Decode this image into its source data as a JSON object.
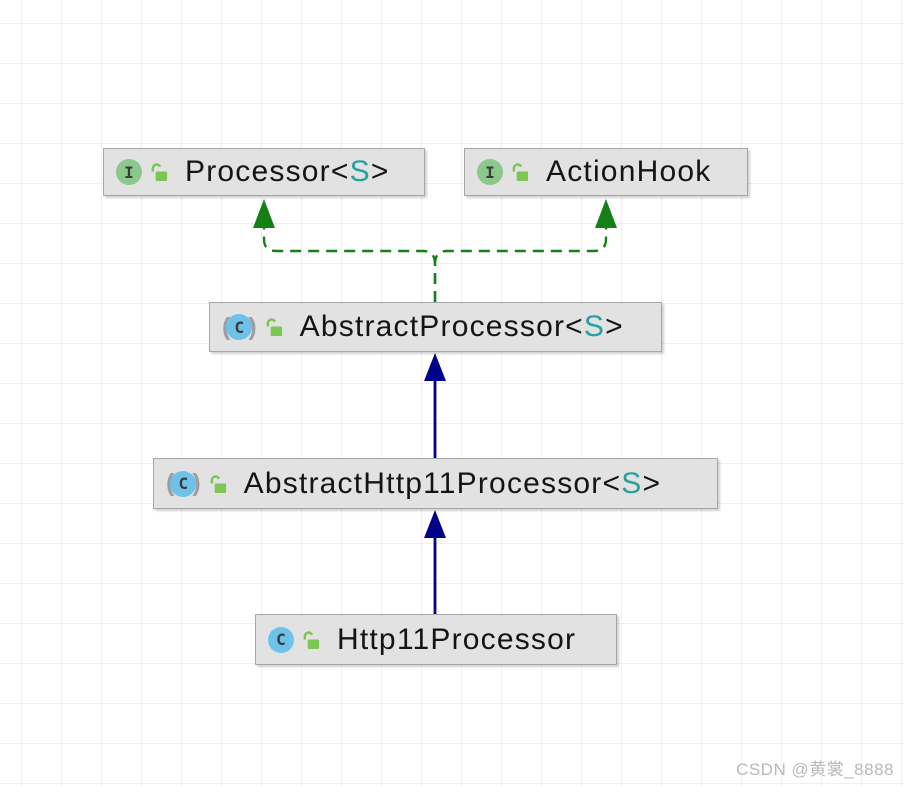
{
  "diagram": {
    "nodes": [
      {
        "id": "processor",
        "kind": "interface",
        "icon_letter": "I",
        "name": "Processor",
        "generic_open": "<",
        "type_param": "S",
        "generic_close": ">"
      },
      {
        "id": "actionhook",
        "kind": "interface",
        "icon_letter": "I",
        "name": "ActionHook"
      },
      {
        "id": "abstractprocessor",
        "kind": "abstract-class",
        "icon_letter": "C",
        "paren_open": "(",
        "paren_close": ")",
        "name": "AbstractProcessor",
        "generic_open": "<",
        "type_param": "S",
        "generic_close": ">"
      },
      {
        "id": "abstracthttp11processor",
        "kind": "abstract-class",
        "icon_letter": "C",
        "paren_open": "(",
        "paren_close": ")",
        "name": "AbstractHttp11Processor",
        "generic_open": "<",
        "type_param": "S",
        "generic_close": ">"
      },
      {
        "id": "http11processor",
        "kind": "class",
        "icon_letter": "C",
        "name": "Http11Processor"
      }
    ],
    "edges": [
      {
        "from": "AbstractProcessor",
        "to": "Processor",
        "relation": "implements",
        "line": "dashed"
      },
      {
        "from": "AbstractProcessor",
        "to": "ActionHook",
        "relation": "implements",
        "line": "dashed"
      },
      {
        "from": "AbstractHttp11Processor",
        "to": "AbstractProcessor",
        "relation": "extends",
        "line": "solid"
      },
      {
        "from": "Http11Processor",
        "to": "AbstractHttp11Processor",
        "relation": "extends",
        "line": "solid"
      }
    ]
  },
  "colors": {
    "node_background": "#e2e2e2",
    "node_border": "#a6a6a6",
    "text": "#141414",
    "type_param_teal": "#26a0a0",
    "interface_icon_green": "#8bc88b",
    "class_icon_blue": "#6cc2e8",
    "lock_green": "#7cc653",
    "implements_edge": "#158015",
    "extends_edge": "#00008b",
    "grid_line": "#f0f0f0",
    "watermark_gray": "#b9b9b9"
  },
  "watermark": "CSDN @黄裳_8888"
}
